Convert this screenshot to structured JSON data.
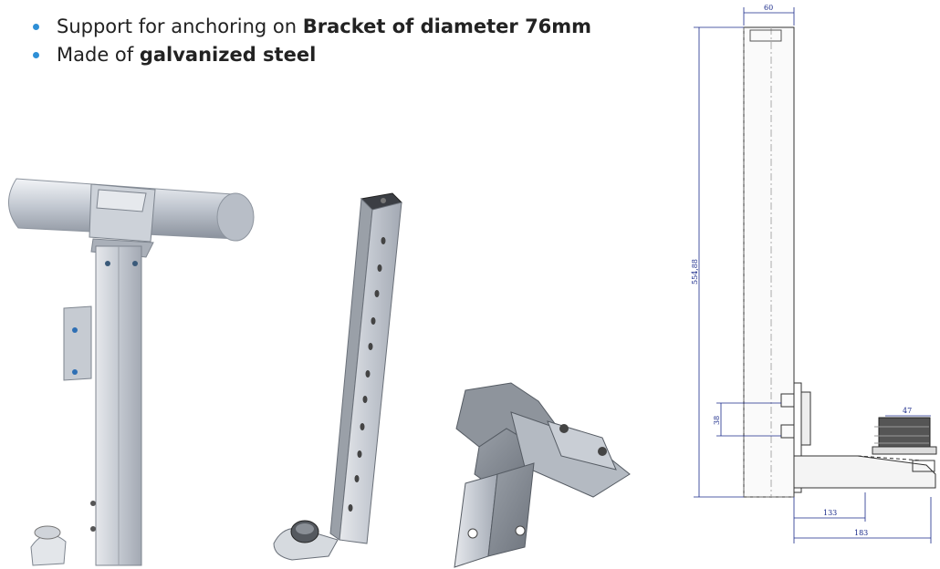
{
  "bullets": [
    {
      "text": "Support for anchoring on ",
      "bold": "Bracket of diameter 76mm"
    },
    {
      "text": "Made of ",
      "bold": "galvanized steel"
    }
  ],
  "colors": {
    "bullet": "#2e8fd6",
    "dimension_lines": "#1a2a8a",
    "steel": "#c9ced6"
  },
  "drawing": {
    "dimensions": {
      "top_width": "60",
      "height": "554,88",
      "hole_spacing": "38",
      "base_width": "47",
      "inner_length": "133",
      "total_length": "183"
    }
  }
}
